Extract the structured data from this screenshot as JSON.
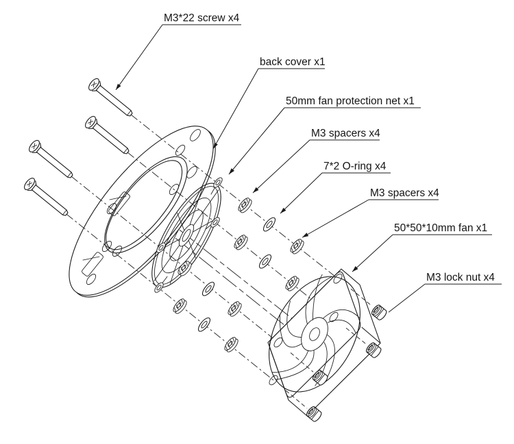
{
  "diagram": {
    "title": "fan assembly exploded view",
    "background": "#ffffff",
    "ink_color": "#1b1b1b",
    "labels": [
      {
        "id": "screw",
        "text": "M3*22 screw x4"
      },
      {
        "id": "back-cover",
        "text": "back cover x1"
      },
      {
        "id": "fan-net",
        "text": "50mm fan protection net x1"
      },
      {
        "id": "spacers-1",
        "text": "M3 spacers x4"
      },
      {
        "id": "o-ring",
        "text": "7*2 O-ring x4"
      },
      {
        "id": "spacers-2",
        "text": "M3 spacers x4"
      },
      {
        "id": "fan",
        "text": "50*50*10mm fan x1"
      },
      {
        "id": "lock-nut",
        "text": "M3 lock nut x4"
      }
    ]
  }
}
